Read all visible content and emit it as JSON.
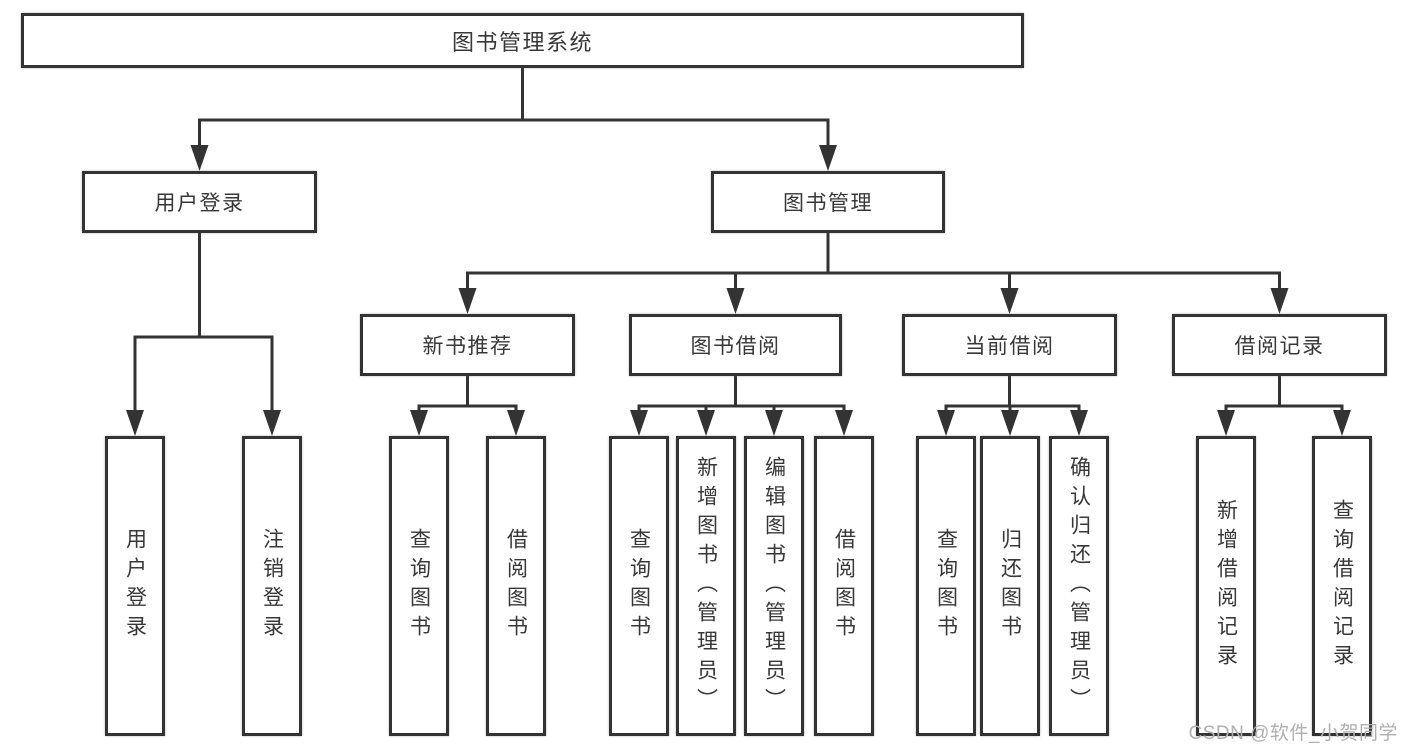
{
  "style": {
    "background": "#ffffff",
    "line_color": "#333333",
    "text_color": "#383838",
    "watermark_color": "#b0b0b0"
  },
  "watermark": {
    "text": "CSDN @软件_小贺同学"
  },
  "diagram": {
    "type": "hierarchy-tree",
    "root": {
      "label": "图书管理系统",
      "children": [
        {
          "label": "用户登录",
          "children": [
            {
              "label": "用户登录"
            },
            {
              "label": "注销登录"
            }
          ]
        },
        {
          "label": "图书管理",
          "children": [
            {
              "label": "新书推荐",
              "children": [
                {
                  "label": "查询图书"
                },
                {
                  "label": "借阅图书"
                }
              ]
            },
            {
              "label": "图书借阅",
              "children": [
                {
                  "label": "查询图书"
                },
                {
                  "label": "新增图书（管理员）"
                },
                {
                  "label": "编辑图书（管理员）"
                },
                {
                  "label": "借阅图书"
                }
              ]
            },
            {
              "label": "当前借阅",
              "children": [
                {
                  "label": "查询图书"
                },
                {
                  "label": "归还图书"
                },
                {
                  "label": "确认归还（管理员）"
                }
              ]
            },
            {
              "label": "借阅记录",
              "children": [
                {
                  "label": "新增借阅记录"
                },
                {
                  "label": "查询借阅记录"
                }
              ]
            }
          ]
        }
      ]
    }
  }
}
